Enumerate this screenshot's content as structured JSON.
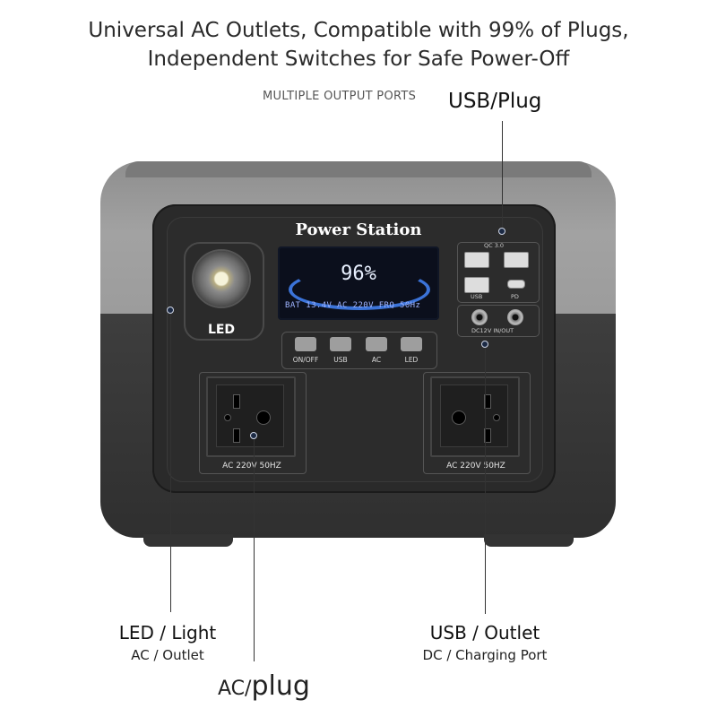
{
  "headline": {
    "line1": "Universal AC Outlets, Compatible with 99% of Plugs,",
    "line2": "Independent Switches for Safe Power-Off"
  },
  "subheading": "MULTIPLE OUTPUT PORTS",
  "callouts": {
    "usb_plug": "USB/Plug",
    "led_light": "LED / Light",
    "ac_outlet": "AC / Outlet",
    "usb_outlet": "USB / Outlet",
    "dc_charging": "DC / Charging Port",
    "ac_plug_prefix": "AC/",
    "ac_plug_suffix": "plug"
  },
  "device": {
    "brand": "Power Station",
    "led_label": "LED",
    "display": {
      "battery_percent": "96%",
      "readout": "BAT 13.4V  AC 220V  FRQ 50Hz"
    },
    "buttons": [
      {
        "label": "ON/OFF"
      },
      {
        "label": "USB"
      },
      {
        "label": "AC"
      },
      {
        "label": "LED"
      }
    ],
    "usb_labels": {
      "qc": "QC 3.0",
      "usb": "USB",
      "pd": "PD"
    },
    "dc_label": "DC12V IN/OUT",
    "outlets": [
      {
        "label": "AC 220V 50HZ"
      },
      {
        "label": "AC 220V 50HZ"
      }
    ]
  },
  "colors": {
    "shell_grey": "#9a9a9a",
    "body_dark": "#2f2f2f",
    "lcd_blue": "#3b73d8"
  }
}
